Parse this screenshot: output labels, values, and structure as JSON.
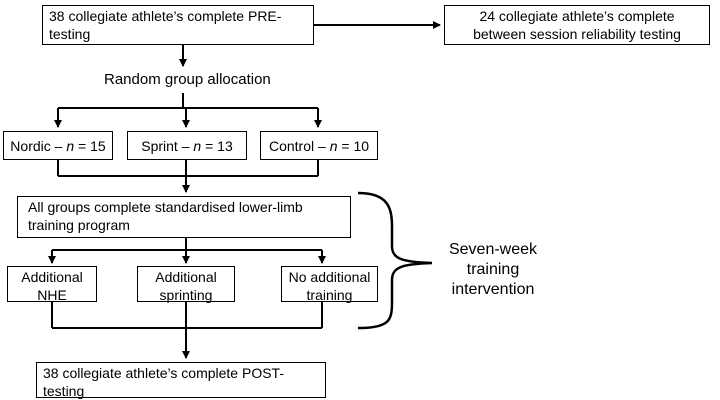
{
  "pre_testing": "38 collegiate athlete’s complete PRE-\ntesting",
  "reliability": "24 collegiate athlete’s complete\nbetween session reliability testing",
  "random_allocation": "Random group allocation",
  "groups": [
    {
      "name": "Nordic",
      "dash": " – ",
      "n_symbol": "n",
      "equals": " = ",
      "count": "15"
    },
    {
      "name": "Sprint",
      "dash": " – ",
      "n_symbol": "n",
      "equals": " = ",
      "count": "13"
    },
    {
      "name": "Control",
      "dash": " – ",
      "n_symbol": "n",
      "equals": " = ",
      "count": "10"
    }
  ],
  "standardised": "All groups complete standardised lower-limb\ntraining program",
  "additions": [
    "Additional\nNHE",
    "Additional\nsprinting",
    "No additional\ntraining"
  ],
  "intervention": "Seven-week\ntraining\nintervention",
  "post_testing": "38 collegiate athlete’s complete POST-\ntesting"
}
